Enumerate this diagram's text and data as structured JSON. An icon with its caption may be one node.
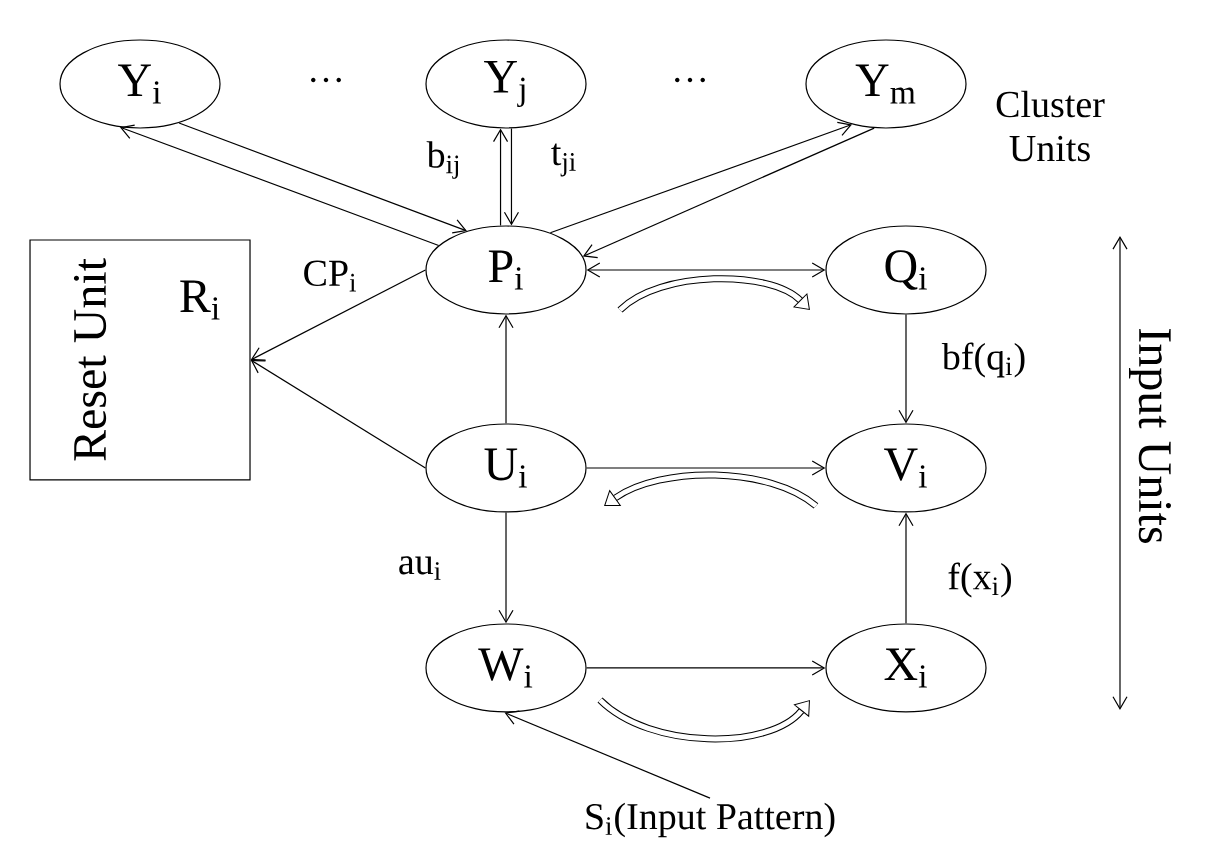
{
  "diagram": {
    "nodes": [
      {
        "text": [
          "Y$_{i}$"
        ]
      },
      {
        "text": [
          "Y$_{j}$"
        ]
      },
      {
        "text": [
          "Y$_{m}$"
        ]
      },
      {
        "text": [
          "P$_{i}$"
        ]
      },
      {
        "text": [
          "Q$_{i}$"
        ]
      },
      {
        "text": [
          "Reset Unit",
          "R$_{i}$"
        ]
      },
      {
        "text": [
          "U$_{i}$"
        ]
      },
      {
        "text": [
          "V$_{i}$"
        ]
      },
      {
        "text": [
          "W$_{i}$"
        ]
      },
      {
        "text": [
          "X$_{i}$"
        ]
      },
      {
        "text": [
          "S$_{i}$(Input Pattern)"
        ]
      }
    ],
    "edges": [
      {
        "from": 3,
        "to": 0,
        "arrow": "to"
      },
      {
        "from": 0,
        "to": 3,
        "arrow": "to"
      },
      {
        "from": 3,
        "to": 1,
        "arrow": "to",
        "label": "b$_{ij}$"
      },
      {
        "from": 1,
        "to": 3,
        "arrow": "to",
        "label": "t$_{ji}$"
      },
      {
        "from": 3,
        "to": 2,
        "arrow": "to"
      },
      {
        "from": 2,
        "to": 3,
        "arrow": "to"
      },
      {
        "from": 3,
        "to": 4,
        "arrow": "both"
      },
      {
        "from": 3,
        "to": 5,
        "arrow": "to",
        "label": "CP$_{i}$"
      },
      {
        "from": 6,
        "to": 5,
        "arrow": "to"
      },
      {
        "from": 6,
        "to": 3,
        "arrow": "to"
      },
      {
        "from": 4,
        "to": 7,
        "arrow": "to",
        "label": "bf(q$_{i}$)"
      },
      {
        "from": 6,
        "to": 7,
        "arrow": "to"
      },
      {
        "from": 6,
        "to": 8,
        "arrow": "to",
        "label": "au$_{i}$"
      },
      {
        "from": 8,
        "to": 9,
        "arrow": "to"
      },
      {
        "from": 9,
        "to": 7,
        "arrow": "to",
        "label": "f(x$_{i}$)"
      },
      {
        "from": 10,
        "to": 8,
        "arrow": "to"
      }
    ],
    "labels": [
      "…",
      "…",
      "Cluster Units",
      "Input Units"
    ]
  }
}
